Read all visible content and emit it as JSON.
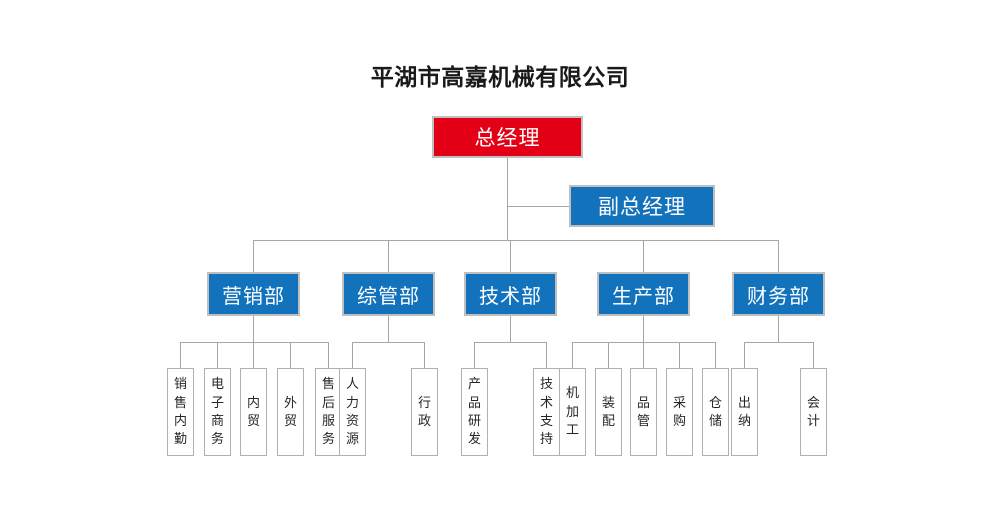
{
  "title": "平湖市高嘉机械有限公司",
  "colors": {
    "red": "#e30016",
    "blue": "#1272bc",
    "line": "#a6a6a6",
    "node_border": "#bfbfbf",
    "leaf_border": "#b0b0b0",
    "title_text": "#1a1a1a",
    "node_text": "#ffffff",
    "leaf_text": "#262626",
    "background": "#ffffff"
  },
  "nodes": {
    "general_manager": "总经理",
    "deputy_general_manager": "副总经理"
  },
  "departments": [
    {
      "name": "营销部",
      "children": [
        "销售内勤",
        "电子商务",
        "内贸",
        "外贸",
        "售后服务"
      ]
    },
    {
      "name": "综管部",
      "children": [
        "人力资源",
        "行政"
      ]
    },
    {
      "name": "技术部",
      "children": [
        "产品研发",
        "技术支持"
      ]
    },
    {
      "name": "生产部",
      "children": [
        "机加工",
        "装配",
        "品管",
        "采购",
        "仓储"
      ]
    },
    {
      "name": "财务部",
      "children": [
        "出纳",
        "会计"
      ]
    }
  ]
}
